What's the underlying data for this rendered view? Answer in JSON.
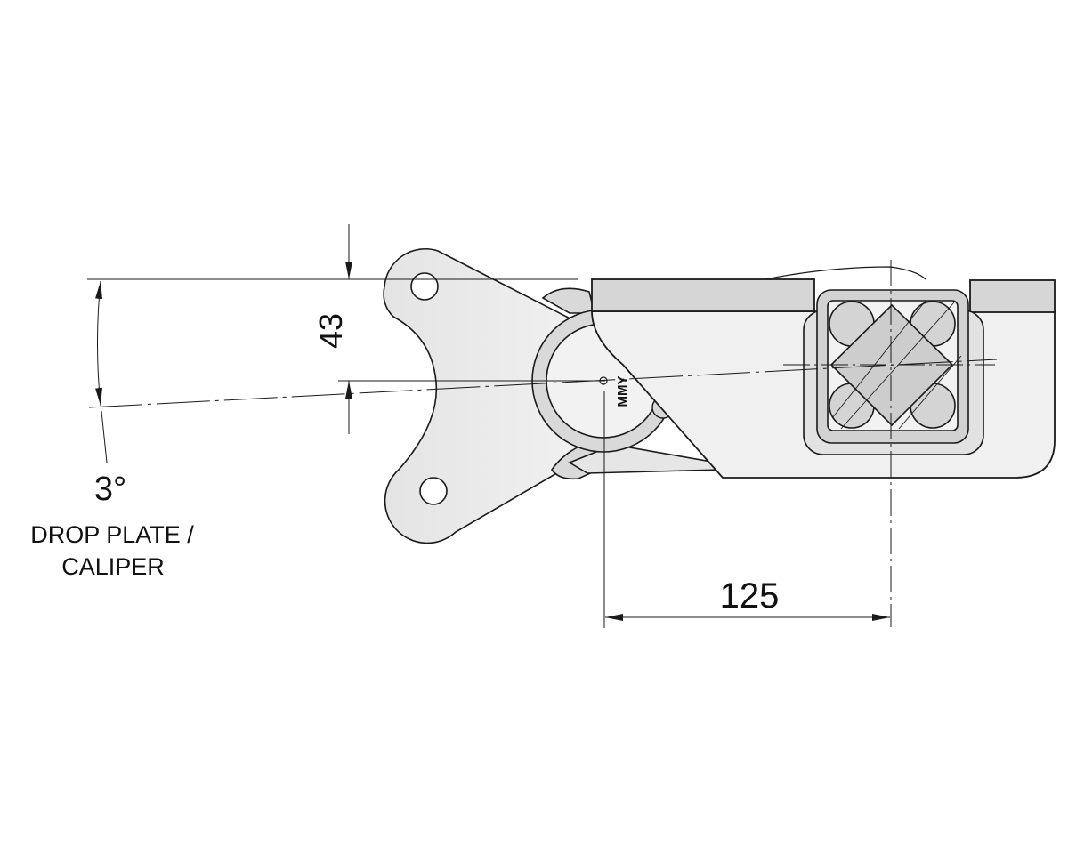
{
  "drawing": {
    "brand_mark": "MMY",
    "dimensions": {
      "drop_height": "43",
      "angle": "3°",
      "offset_length": "125"
    },
    "caption": {
      "line1": "DROP PLATE /",
      "line2": "CALIPER"
    }
  },
  "colors": {
    "line": "#1a1a1a",
    "fill_light": "#ececec",
    "fill_mid": "#d9d9d9",
    "fill_dark": "#c8c8c8"
  }
}
